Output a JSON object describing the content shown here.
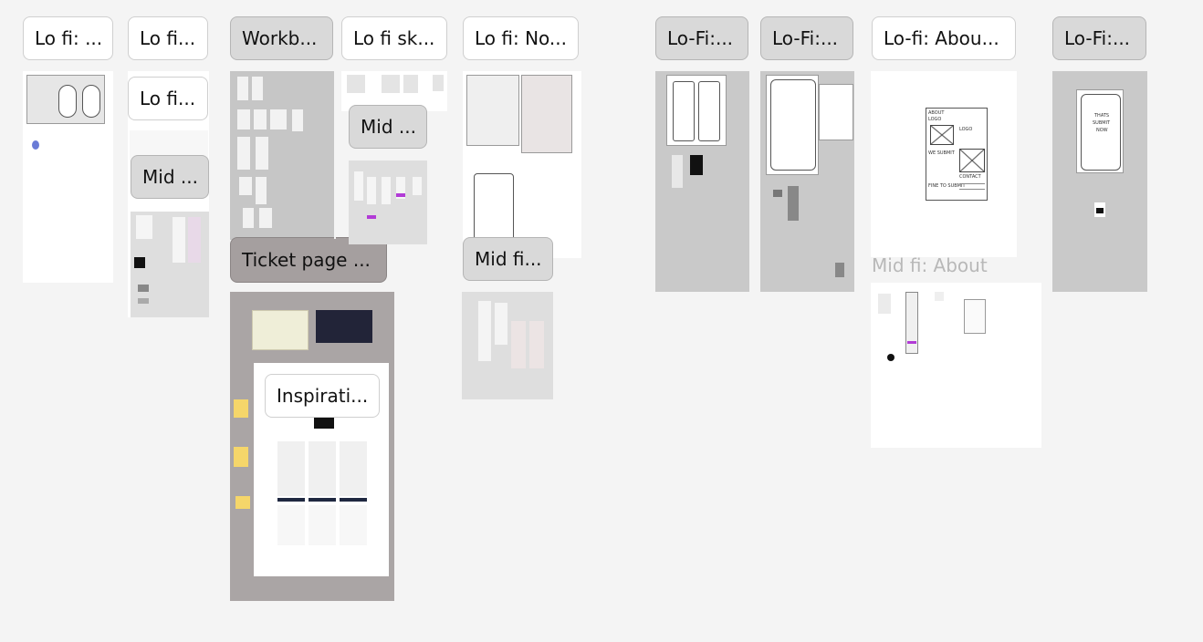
{
  "frames": [
    {
      "id": "lofi-1",
      "label": "Lo fi: ..."
    },
    {
      "id": "lofi-2",
      "label": "Lo fi..."
    },
    {
      "id": "lofi-2b",
      "label": "Lo fi..."
    },
    {
      "id": "mid-1",
      "label": "Mid ..."
    },
    {
      "id": "workb",
      "label": "Workb..."
    },
    {
      "id": "lofi-sk",
      "label": "Lo fi sk..."
    },
    {
      "id": "mid-2",
      "label": "Mid ..."
    },
    {
      "id": "lofi-no",
      "label": "Lo fi: No..."
    },
    {
      "id": "ticket",
      "label": "Ticket page ..."
    },
    {
      "id": "midfi-3",
      "label": "Mid fi..."
    },
    {
      "id": "inspiration",
      "label": "Inspirati..."
    },
    {
      "id": "lofi-a",
      "label": "Lo-Fi:..."
    },
    {
      "id": "lofi-b",
      "label": "Lo-Fi:..."
    },
    {
      "id": "lofi-about",
      "label": "Lo-fi: Abou..."
    },
    {
      "id": "lofi-c",
      "label": "Lo-Fi:..."
    },
    {
      "id": "midfi-about",
      "label": "Mid fi: About"
    }
  ],
  "sketch_text": {
    "about": "ABOUT",
    "logo": "LOGO",
    "logo2": "LOGO",
    "we_submit": "WE SUBMIT",
    "contact": "CONTACT",
    "fine_submit": "FINE TO SUBMIT",
    "thanks_1": "THATS",
    "thanks_2": "SUBMIT",
    "thanks_3": "NOW"
  },
  "colors": {
    "canvas": "#f4f4f4",
    "frame_gray": "#c9c9c9",
    "frame_dark": "#aaa5a5",
    "sticky": "#f5d66a",
    "accent": "#b23bd6"
  }
}
